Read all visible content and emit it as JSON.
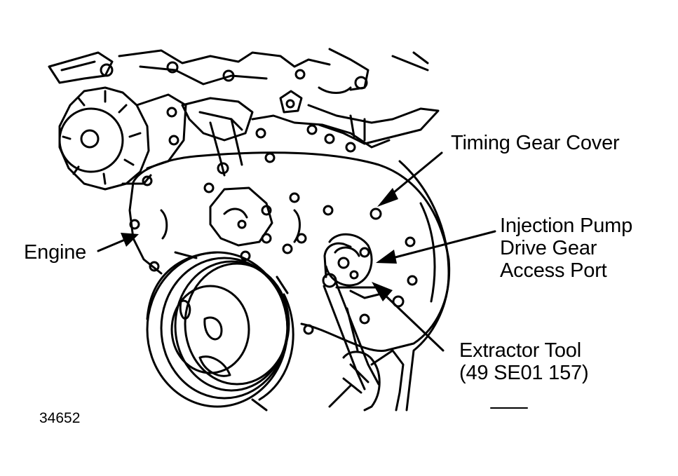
{
  "figure": {
    "number": "34652"
  },
  "callouts": {
    "timing_gear_cover": "Timing Gear Cover",
    "engine": "Engine",
    "injection_pump": [
      "Injection Pump",
      "Drive Gear",
      "Access Port"
    ],
    "extractor_tool": [
      "Extractor Tool",
      "(49 SE01 157)"
    ]
  },
  "colors": {
    "ink": "#000000",
    "paper": "#ffffff"
  }
}
